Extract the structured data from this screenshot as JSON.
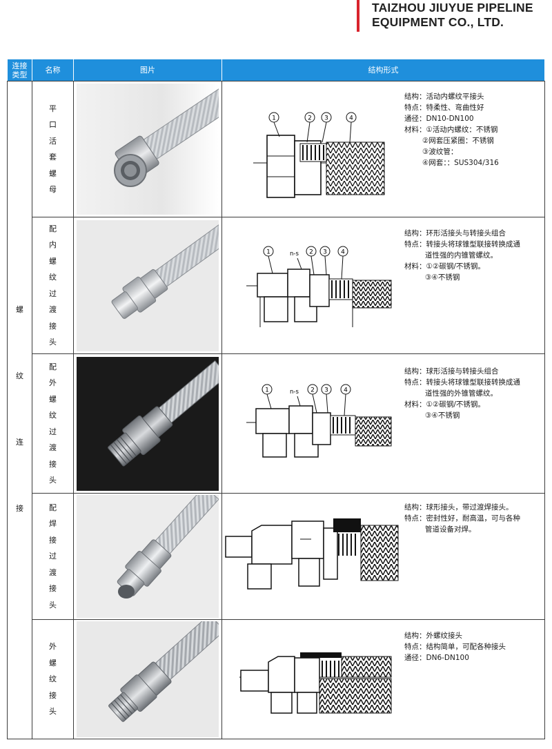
{
  "header": {
    "company_line1": "TAIZHOU JIUYUE PIPELINE",
    "company_line2": "EQUIPMENT CO., LTD."
  },
  "table": {
    "headers": {
      "type_line1": "连接",
      "type_line2": "类型",
      "name": "名称",
      "photo": "图片",
      "structure": "结构形式"
    },
    "connection_type": [
      "螺",
      "纹",
      "连",
      "接"
    ],
    "rows": [
      {
        "name_chars": [
          "平",
          "口",
          "活",
          "套",
          "螺",
          "母"
        ],
        "callouts": [
          "1",
          "2",
          "3",
          "4"
        ],
        "desc": [
          "结构：活动内螺纹平接头",
          "特点：特柔性、弯曲性好",
          "通径：DN10-DN100",
          "材料：①活动内螺纹：不锈钢",
          "②网套压紧圈：不锈钢",
          "③波纹管：",
          "④网套：：SUS304/316"
        ]
      },
      {
        "name_chars": [
          "配",
          "内",
          "螺",
          "纹",
          "过",
          "渡",
          "接",
          "头"
        ],
        "callouts": [
          "1",
          "n-s",
          "2",
          "3",
          "4"
        ],
        "desc": [
          "结构：环形活接头与转接头组合",
          "特点：转接头将球锥型联接转换成通",
          "道性强的内锥管螺纹。",
          "材料：①②碳钢/不锈钢。",
          "③④不锈钢"
        ]
      },
      {
        "name_chars": [
          "配",
          "外",
          "螺",
          "纹",
          "过",
          "渡",
          "接",
          "头"
        ],
        "callouts": [
          "1",
          "n-s",
          "2",
          "3",
          "4"
        ],
        "desc": [
          "结构：球形活接与转接头组合",
          "特点：转接头将球锥型联接转换成通",
          "道性强的外锥管螺纹。",
          "材料：①②碳钢/不锈钢。",
          "③④不锈钢"
        ]
      },
      {
        "name_chars": [
          "配",
          "焊",
          "接",
          "过",
          "渡",
          "接",
          "头"
        ],
        "callouts": [],
        "desc": [
          "结构：球形接头，带过渡焊接头。",
          "特点：密封性好，耐高温，可与各种",
          "管道设备对焊。"
        ]
      },
      {
        "name_chars": [
          "外",
          "螺",
          "纹",
          "接",
          "头"
        ],
        "callouts": [],
        "desc": [
          "结构：外螺纹接头",
          "特点：结构简单，可配各种接头",
          "通径：DN6-DN100"
        ]
      }
    ]
  },
  "colors": {
    "header_blue": "#1f8fdc",
    "accent_red": "#d9232d",
    "steel": "#b9bcc0"
  }
}
